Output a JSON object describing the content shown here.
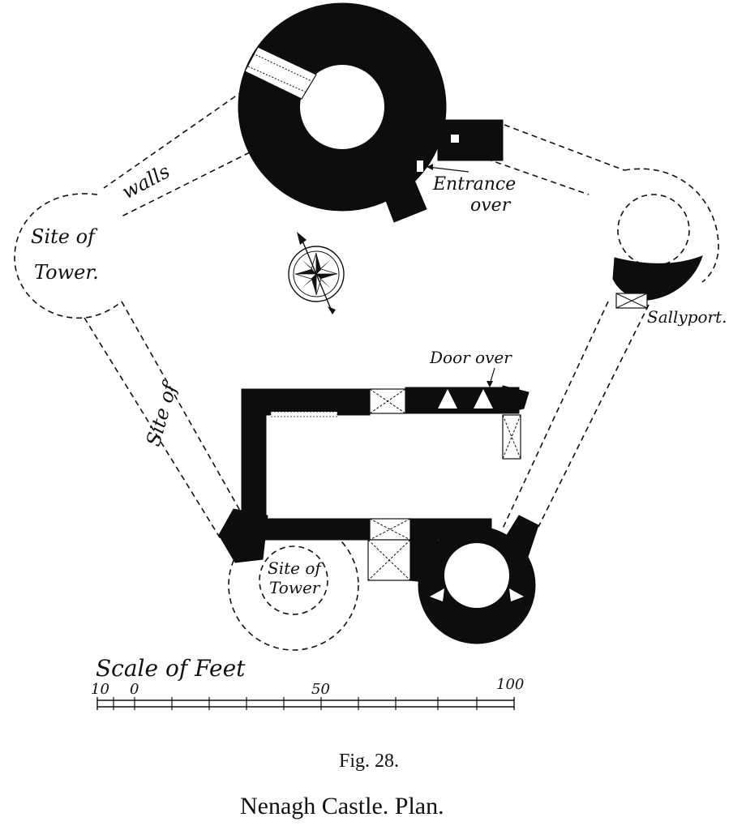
{
  "labels": {
    "walls": "walls",
    "site_of_tower_left_1": "Site of",
    "site_of_tower_left_2": "Tower.",
    "entrance_1": "Entrance",
    "entrance_2": "over",
    "sallyport": "Sallyport.",
    "door_over": "Door over",
    "site_of_wall": "Site of",
    "site_of_tower_bottom_1": "Site of",
    "site_of_tower_bottom_2": "Tower"
  },
  "scale": {
    "title": "Scale of Feet",
    "tick_10": "10",
    "tick_0": "0",
    "tick_50": "50",
    "tick_100": "100"
  },
  "caption": {
    "fig": "Fig. 28.",
    "title": "Nenagh Castle.  Plan."
  }
}
